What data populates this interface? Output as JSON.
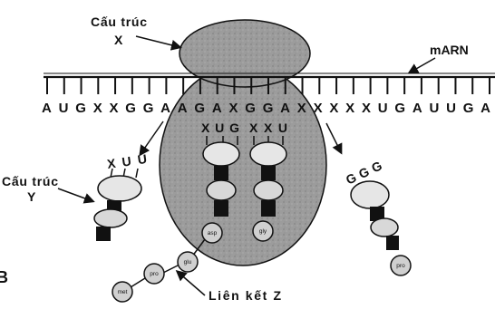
{
  "labels": {
    "structure_x_line1": "Cấu trúc",
    "structure_x_line2": "X",
    "mrna": "mARN",
    "structure_y_line1": "Cấu trúc",
    "structure_y_line2": "Y",
    "bond_z": "Liên kết Z",
    "side_mark": "B"
  },
  "mrna_sequence": "AUGXXGGAAGAXGGAXXXXXUGAUUGA",
  "anticodons": {
    "center_left": "XUG",
    "center_right": "XXU",
    "left_trna": "XUU",
    "right_trna": "GGG"
  },
  "amino_acids": {
    "site_left": "asp",
    "site_right": "gly",
    "right_trna": "pro",
    "left_trna": "?",
    "chain": [
      "glu",
      "pro",
      "met"
    ]
  },
  "colors": {
    "ribosome_large": "#9a9a9a",
    "ribosome_small": "#a8a8a8",
    "line": "#111111",
    "background": "#ffffff"
  }
}
